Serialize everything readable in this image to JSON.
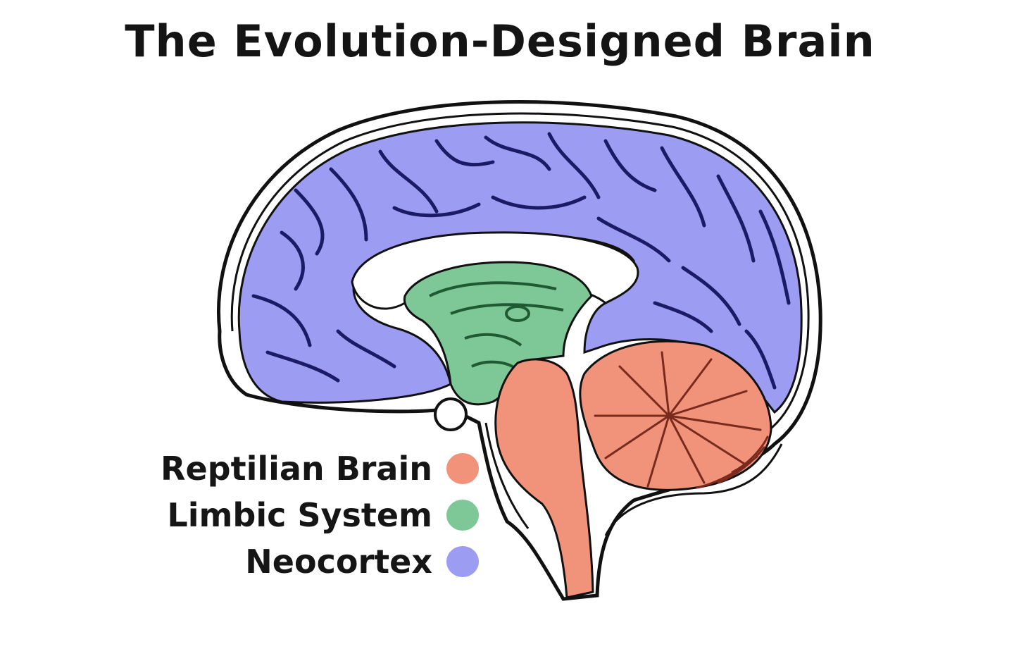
{
  "title": "The Evolution-Designed Brain",
  "legend": {
    "items": [
      {
        "label": "Reptilian Brain",
        "color": "#f0937a",
        "region": "brainstem-cerebellum"
      },
      {
        "label": "Limbic System",
        "color": "#7dc896",
        "region": "limbic"
      },
      {
        "label": "Neocortex",
        "color": "#9c9cf2",
        "region": "cortex"
      }
    ]
  },
  "colors": {
    "outline": "#111111",
    "sulcus": "#1a1a66",
    "cerebellum_line": "#7a2a1c",
    "limbic_line": "#1f5a33",
    "background": "#ffffff"
  }
}
